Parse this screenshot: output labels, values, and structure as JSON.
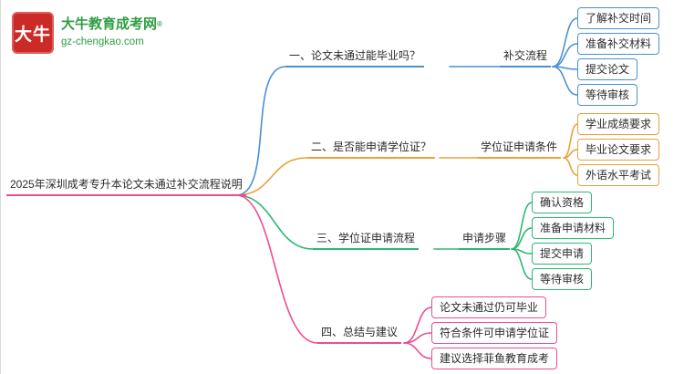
{
  "logo": {
    "badge_text": "大牛",
    "site_name": "大牛教育成考网",
    "registered_mark": "®",
    "site_url": "gz-chengkao.com",
    "brand_red": "#cc2a26",
    "brand_green": "#2f9e44"
  },
  "root": {
    "label": "2025年深圳成考专升本论文未通过补交流程说明"
  },
  "branches": [
    {
      "label": "一、论文未通过能毕业吗？",
      "color": "#4a90d2",
      "child": "补交流程",
      "leaves": [
        "了解补交时间",
        "准备补交材料",
        "提交论文",
        "等待审核"
      ]
    },
    {
      "label": "二、是否能申请学位证？",
      "color": "#e6a23c",
      "child": "学位证申请条件",
      "leaves": [
        "学业成绩要求",
        "毕业论文要求",
        "外语水平考试"
      ]
    },
    {
      "label": "三、学位证申请流程",
      "color": "#2eb872",
      "child": "申请步骤",
      "leaves": [
        "确认资格",
        "准备申请材料",
        "提交申请",
        "等待审核"
      ]
    },
    {
      "label": "四、总结与建议",
      "color": "#ed4c94",
      "child": "",
      "leaves": [
        "论文未通过仍可毕业",
        "符合条件可申请学位证",
        "建议选择菲鱼教育成考"
      ]
    }
  ]
}
